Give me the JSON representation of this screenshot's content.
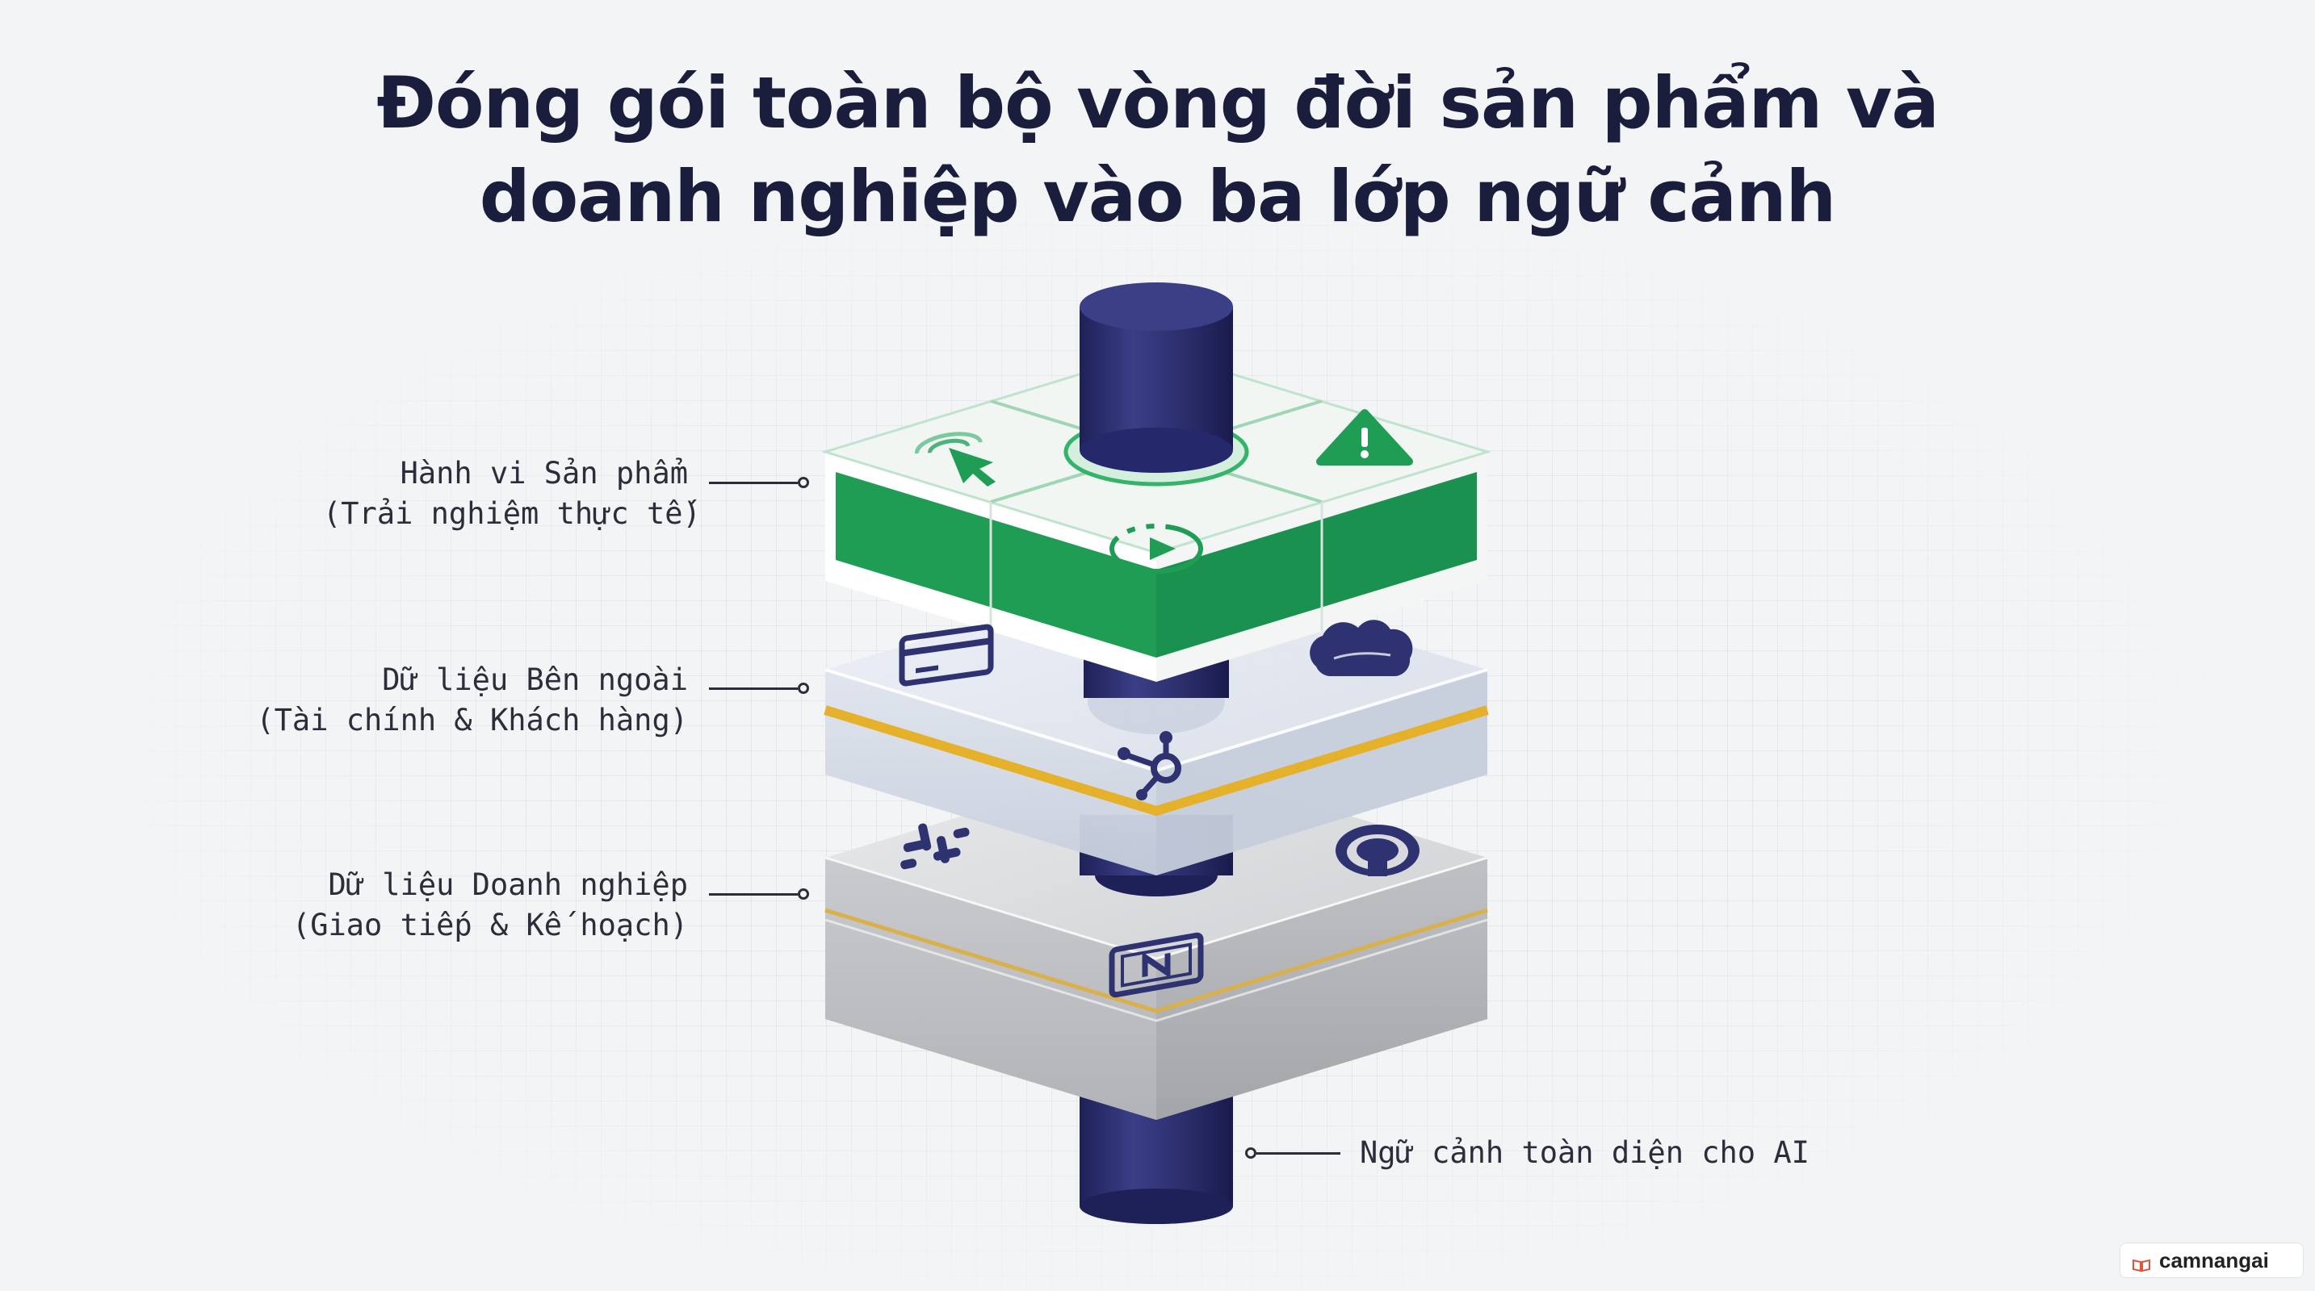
{
  "title": {
    "line1": "Đóng gói toàn bộ vòng đời sản phẩm và",
    "line2": "doanh nghiệp vào ba lớp ngữ cảnh"
  },
  "layers": [
    {
      "line1": "Hành vi Sản phẩm",
      "line2": "(Trải nghiệm thực tế)",
      "icons": [
        "cursor-click-icon",
        "warning-icon",
        "play-circle-icon"
      ]
    },
    {
      "line1": "Dữ liệu Bên ngoài",
      "line2": "(Tài chính & Khách hàng)",
      "icons": [
        "credit-card-icon",
        "salesforce-cloud-icon",
        "hubspot-icon"
      ]
    },
    {
      "line1": "Dữ liệu Doanh nghiệp",
      "line2": "(Giao tiếp & Kế hoạch)",
      "icons": [
        "slack-icon",
        "github-icon",
        "notion-icon"
      ]
    }
  ],
  "bottom_label": "Ngữ cảnh toàn diện cho AI",
  "watermark": {
    "text": "camnangai",
    "icon": "book-icon"
  },
  "colors": {
    "green": "#22a35a",
    "navy": "#2f3270",
    "gold": "#e0b240",
    "title": "#1a1d3b"
  }
}
